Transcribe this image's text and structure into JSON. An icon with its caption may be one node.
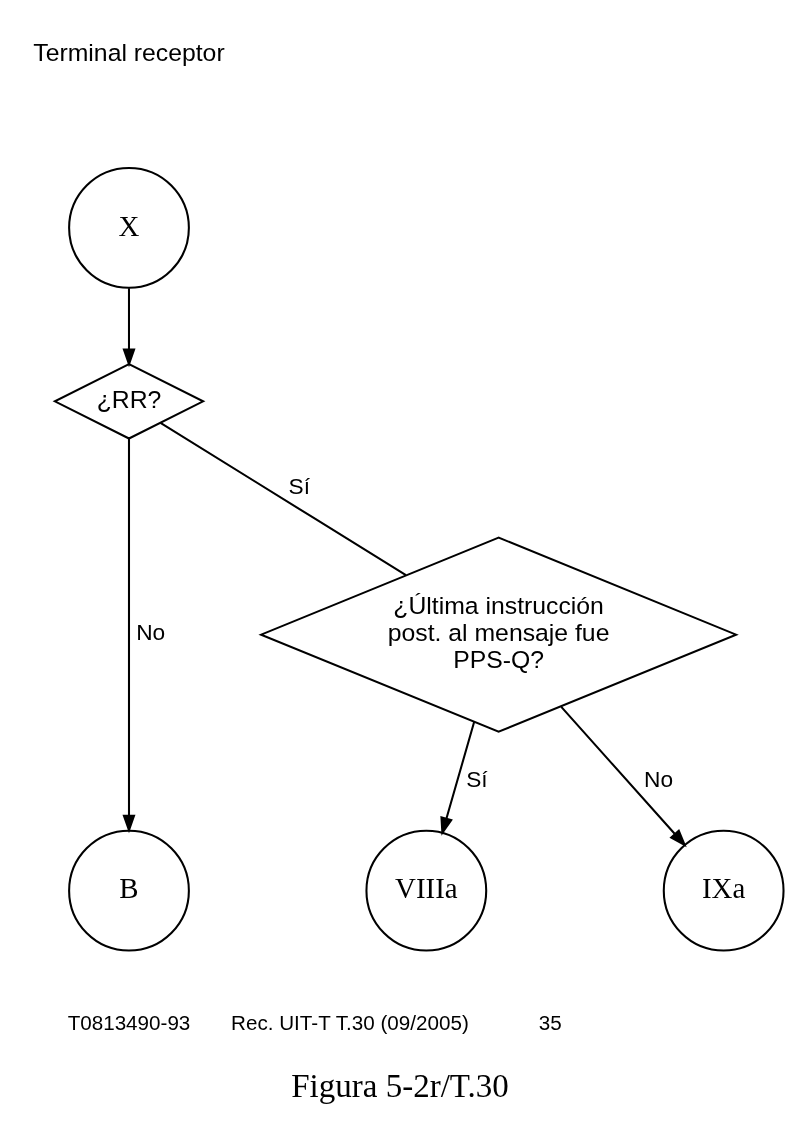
{
  "diagram": {
    "title": "Terminal receptor",
    "caption": "Figura 5-2r/T.30",
    "nodes": [
      {
        "text": [
          "X"
        ]
      },
      {
        "text": [
          "¿RR?"
        ]
      },
      {
        "text": [
          "¿Última instrucción post. al mensaje fue PPS-Q?"
        ]
      },
      {
        "text": [
          "B"
        ]
      },
      {
        "text": [
          "VIIIa"
        ]
      },
      {
        "text": [
          "IXa"
        ]
      }
    ],
    "edges": [
      {
        "from": 0,
        "to": 1,
        "arrow": "to"
      },
      {
        "from": 1,
        "to": 3,
        "arrow": "to",
        "label": "No"
      },
      {
        "from": 1,
        "to": 2,
        "arrow": "none",
        "label": "Sí"
      },
      {
        "from": 2,
        "to": 4,
        "arrow": "to",
        "label": "Sí"
      },
      {
        "from": 2,
        "to": 5,
        "arrow": "to",
        "label": "No"
      }
    ],
    "labels": [
      "T0813490-93",
      "Rec. UIT-T T.30 (09/2005)",
      "35"
    ]
  }
}
